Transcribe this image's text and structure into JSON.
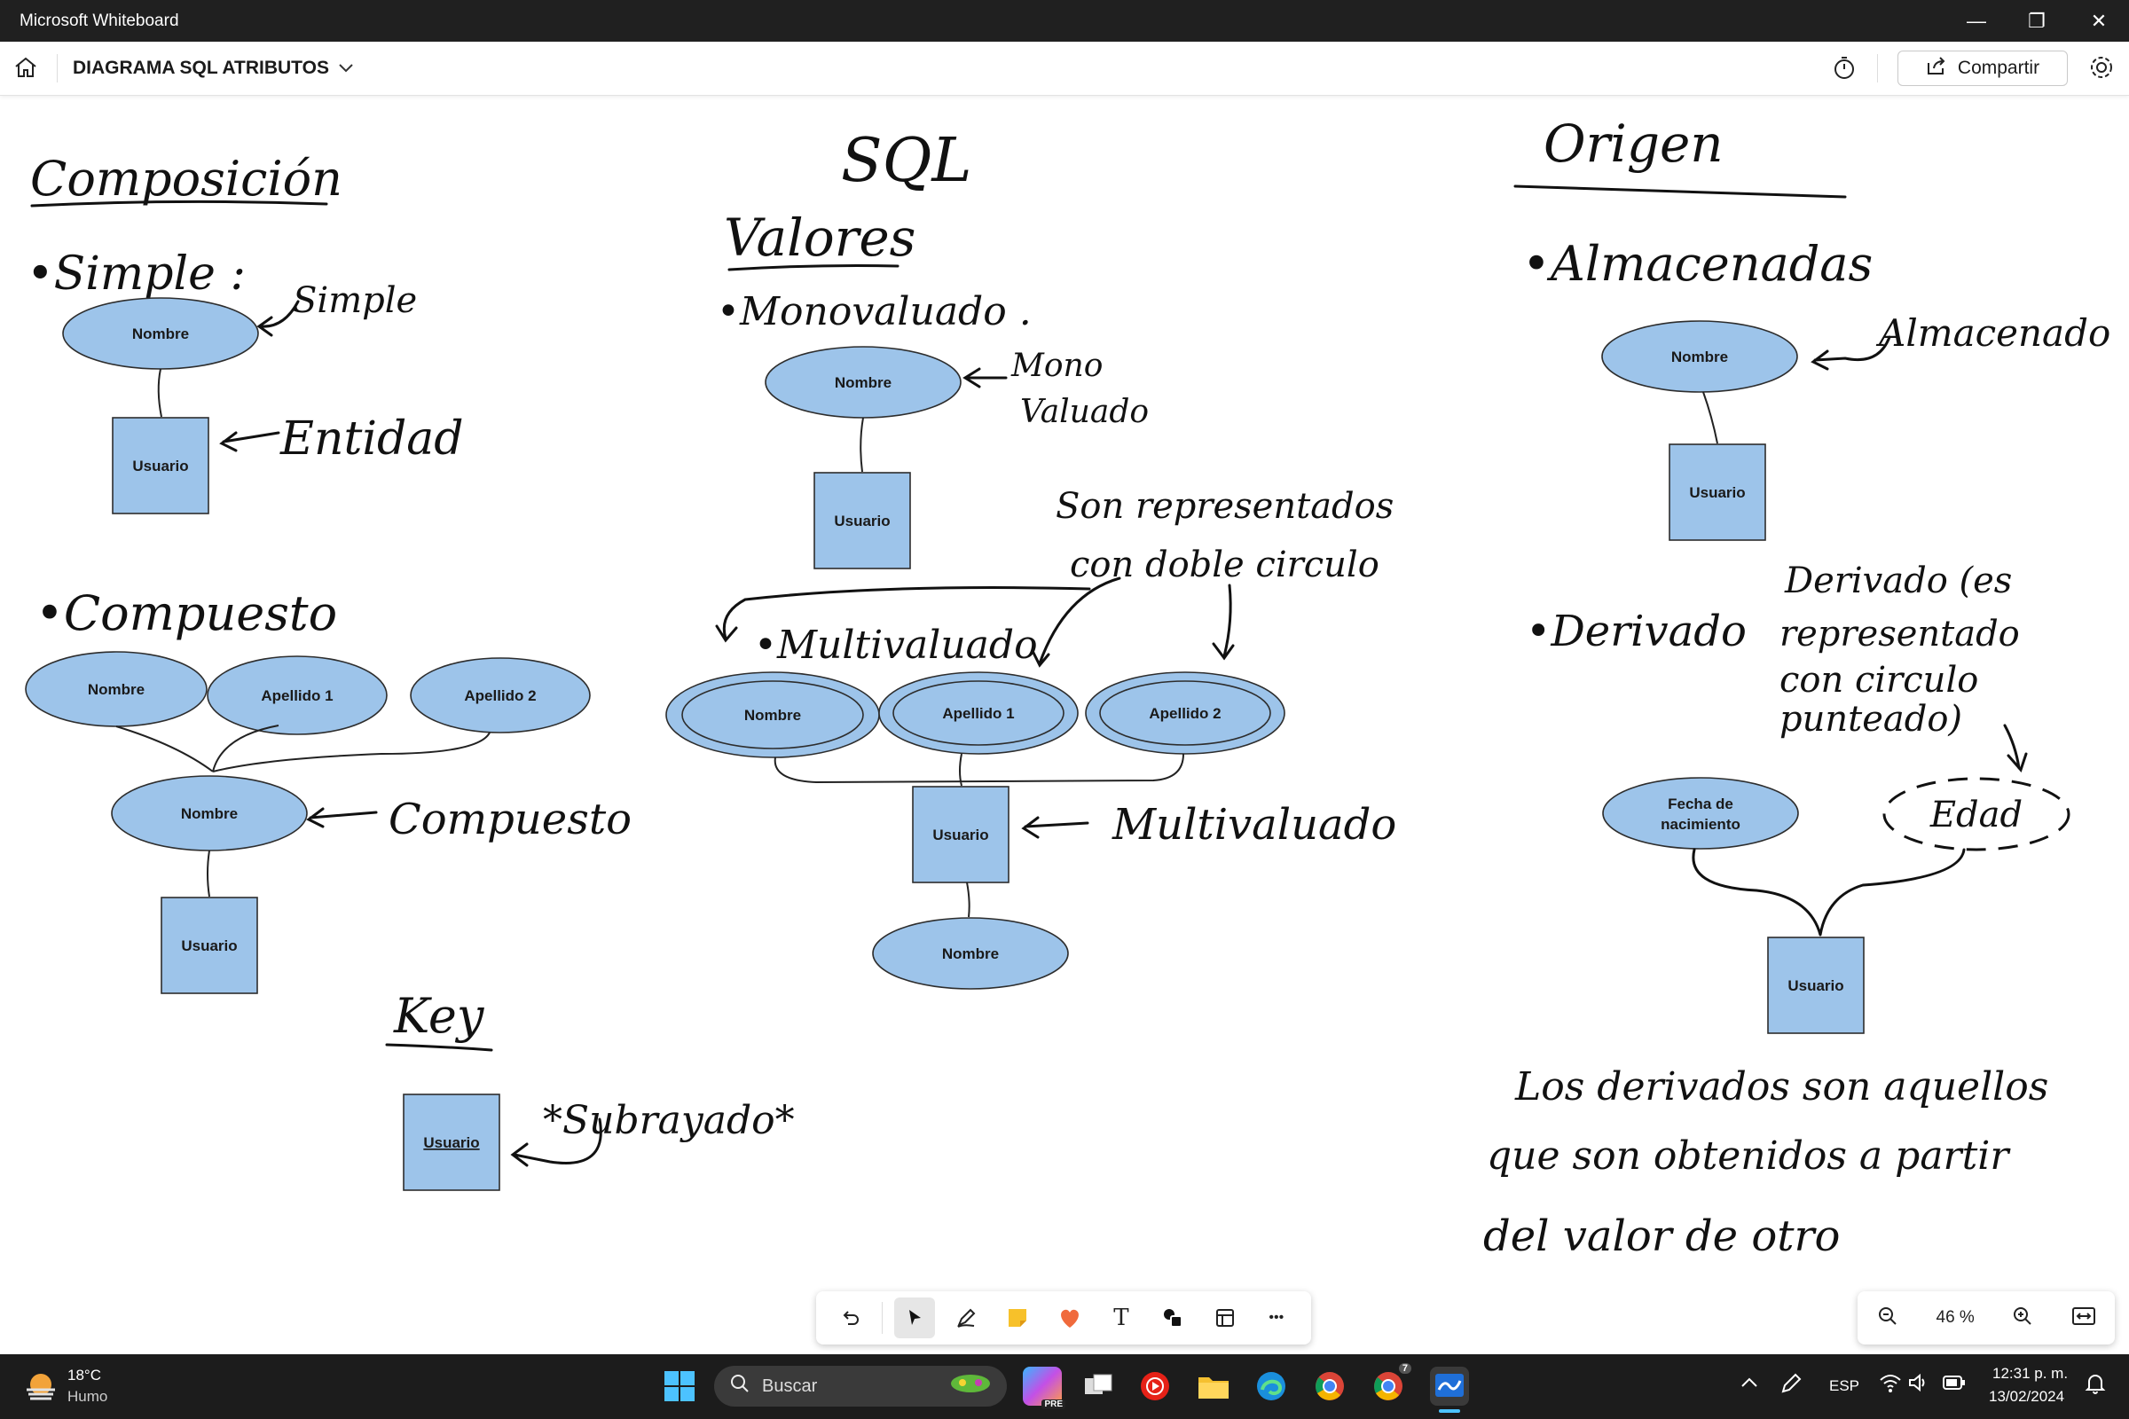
{
  "window": {
    "title": "Microsoft Whiteboard",
    "controls": {
      "minimize": "—",
      "restore": "❐",
      "close": "✕"
    }
  },
  "appbar": {
    "doc_title": "DIAGRAMA SQL ATRIBUTOS",
    "share_label": "Compartir"
  },
  "canvas": {
    "headings": {
      "sql": "SQL",
      "composicion": "Composición",
      "valores": "Valores",
      "origen": "Origen",
      "key": "Key"
    },
    "annotations": {
      "simple_bullet": "•Simple :",
      "simple_arrow": "Simple",
      "entidad": "Entidad",
      "compuesto_bullet": "•Compuesto",
      "compuesto_arrow": "Compuesto",
      "subrayado": "*Subrayado*",
      "monovaluado_bullet": "•Monovaluado .",
      "mono_line1": "Mono",
      "mono_line2": "Valuado",
      "son_line1": "Son representados",
      "son_line2": "con doble circulo",
      "multivaluado_bullet": "•Multivaluado",
      "multivaluado_arrow": "Multivaluado",
      "almacenadas_bullet": "•Almacenadas",
      "almacenado_arrow": "Almacenado",
      "derivado_bullet": "•Derivado",
      "derivado_line1": "Derivado (es",
      "derivado_line2": "representado",
      "derivado_line3": "con circulo",
      "derivado_line4": "punteado)",
      "footer_line1": "Los derivados son aquellos",
      "footer_line2": "que son obtenidos a partir",
      "footer_line3": "del valor de otro"
    },
    "shapes": {
      "nombre": "Nombre",
      "usuario": "Usuario",
      "apellido1": "Apellido 1",
      "apellido2": "Apellido 2",
      "fecha_line1": "Fecha de",
      "fecha_line2": "nacimiento",
      "edad": "Edad"
    },
    "colors": {
      "shape_fill": "#9dc4ea",
      "shape_stroke": "#2d2d2d",
      "ink": "#111111"
    }
  },
  "toolbar": {
    "tools": [
      "undo-icon",
      "select-icon",
      "pen-icon",
      "sticky-note-icon",
      "reaction-icon",
      "text-icon",
      "shapes-icon",
      "templates-icon",
      "more-icon"
    ],
    "text_tool_label": "T",
    "more_label": "•••"
  },
  "zoom": {
    "value": "46 %"
  },
  "taskbar": {
    "weather_temp": "18°C",
    "weather_desc": "Humo",
    "search_placeholder": "Buscar",
    "language": "ESP",
    "time": "12:31 p. m.",
    "date": "13/02/2024",
    "copilot_badge": "PRE",
    "chrome_badge": "7"
  }
}
